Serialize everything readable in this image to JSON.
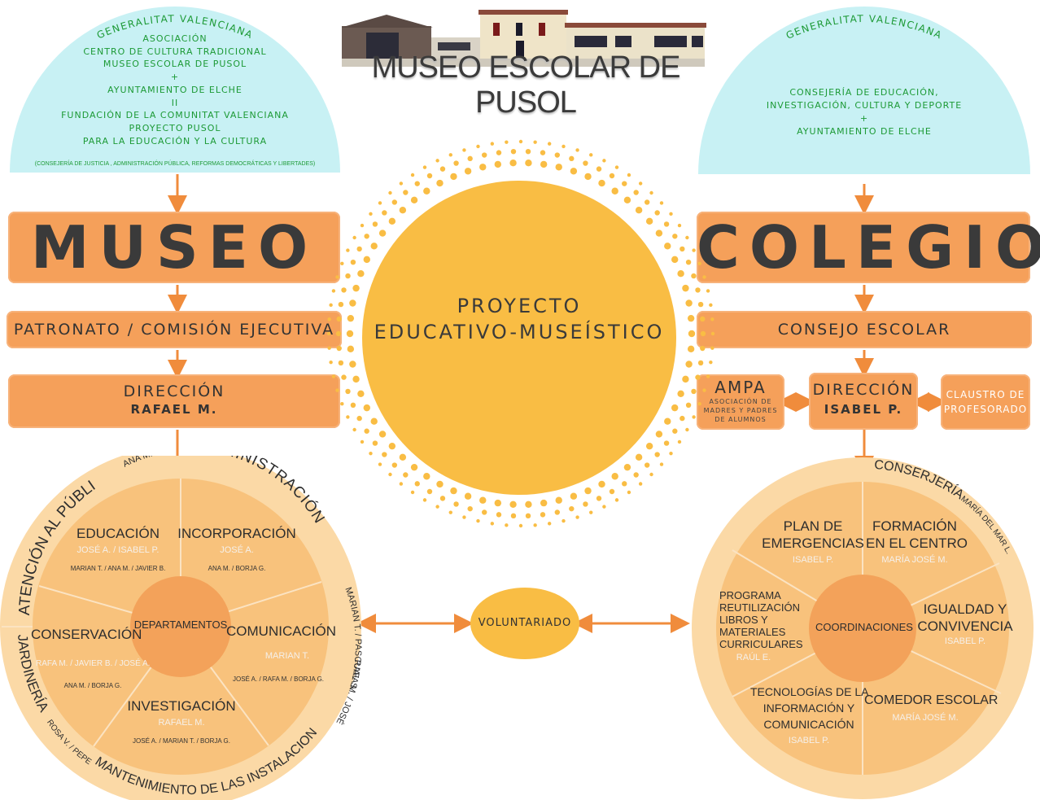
{
  "header": {
    "title": "MUSEO ESCOLAR DE PUSOL"
  },
  "left_dome": {
    "arc_title": "GENERALITAT VALENCIANA",
    "lines": [
      "ASOCIACIÓN",
      "CENTRO DE CULTURA TRADICIONAL",
      "MUSEO ESCOLAR DE PUSOL",
      "+",
      "AYUNTAMIENTO DE ELCHE",
      "II",
      "FUNDACIÓN DE LA COMUNITAT VALENCIANA",
      "PROYECTO PUSOL",
      "PARA LA EDUCACIÓN Y LA CULTURA"
    ],
    "footnote": "(CONSEJERÍA DE JUSTICIA , ADMINISTRACIÓN PÚBLICA, REFORMAS DEMOCRÁTICAS Y LIBERTADES)"
  },
  "right_dome": {
    "arc_title": "GENERALITAT VALENCIANA",
    "lines": [
      "CONSEJERÍA DE EDUCACIÓN,",
      "INVESTIGACIÓN, CULTURA Y DEPORTE",
      "+",
      "AYUNTAMIENTO DE ELCHE"
    ]
  },
  "museo": {
    "title": "MUSEO",
    "patronato": "PATRONATO / COMISIÓN EJECUTIVA",
    "direccion": "DIRECCIÓN",
    "director": "RAFAEL M."
  },
  "colegio": {
    "title": "COLEGIO",
    "consejo": "CONSEJO ESCOLAR",
    "direccion": "DIRECCIÓN",
    "director": "ISABEL P.",
    "ampa_title": "AMPA",
    "ampa_sub": [
      "ASOCIACIÓN DE",
      "MADRES Y PADRES",
      "DE ALUMNOS"
    ],
    "claustro": [
      "CLAUSTRO DE",
      "PROFESORADO"
    ]
  },
  "center": {
    "line1": "PROYECTO",
    "line2": "EDUCATIVO-MUSEÍSTICO"
  },
  "voluntariado": "VOLUNTARIADO",
  "left_wheel": {
    "hub": "DEPARTAMENTOS",
    "outer": {
      "administracion": "ADMINISTRACIÓN",
      "admin_people": "ANA M. / ROSA V.",
      "atencion": "ATENCIÓN AL PÚBLICO",
      "right_people": "MARIAN T. / PASCUAL S.",
      "right_people2": "RAFA M. / JOSÉ JULIO L.",
      "jardineria": "JARDINERÍA",
      "jardineria_people": "ROSA V. / PEPE E.",
      "mantenimiento": "MANTENIMIENTO DE LAS INSTALACIONES"
    },
    "depts": [
      {
        "name": "EDUCACIÓN",
        "lead": "JOSÉ A. / ISABEL P.",
        "team": "MARIAN T. / ANA M. / JAVIER B."
      },
      {
        "name": "INCORPORACIÓN",
        "lead": "JOSÉ A.",
        "team": "ANA M. / BORJA G."
      },
      {
        "name": "COMUNICACIÓN",
        "lead": "MARIAN T.",
        "team": "JOSÉ A. / RAFA M. / BORJA G."
      },
      {
        "name": "INVESTIGACIÓN",
        "lead": "RAFAEL M.",
        "team": "JOSÉ A. / MARIAN T. / BORJA G."
      },
      {
        "name": "CONSERVACIÓN",
        "lead": "RAFA M. / JAVIER B. / JOSÉ A.",
        "team": "ANA M. / BORJA G."
      }
    ]
  },
  "right_wheel": {
    "hub": "COORDINACIONES",
    "outer": {
      "conserjeria": "CONSERJERÍA",
      "conserjeria_people": "MARÍA DEL MAR L."
    },
    "items": [
      {
        "name": [
          "PLAN DE",
          "EMERGENCIAS"
        ],
        "lead": "ISABEL P."
      },
      {
        "name": [
          "FORMACIÓN",
          "EN EL CENTRO"
        ],
        "lead": "MARÍA JOSÉ M."
      },
      {
        "name": [
          "IGUALDAD Y",
          "CONVIVENCIA"
        ],
        "lead": "ISABEL P."
      },
      {
        "name": [
          "COMEDOR ESCOLAR"
        ],
        "lead": "MARÍA JOSÉ M."
      },
      {
        "name": [
          "TECNOLOGÍAS DE LA",
          "INFORMACIÓN Y",
          "COMUNICACIÓN"
        ],
        "lead": "ISABEL P."
      },
      {
        "name": [
          "PROGRAMA",
          "REUTILIZACIÓN",
          "LIBROS Y",
          "MATERIALES",
          "CURRICULARES"
        ],
        "lead": "RAÚL E."
      }
    ]
  },
  "colors": {
    "orange": "#f5a05a",
    "dark_orange": "#ef8a3a",
    "arrow": "#f08c3c",
    "sun": "#f9bd44",
    "dome": "#c8f1f4",
    "green": "#1d9a36",
    "wheel_outer": "#fbd9a6",
    "wheel_inner": "#f8c27c"
  }
}
